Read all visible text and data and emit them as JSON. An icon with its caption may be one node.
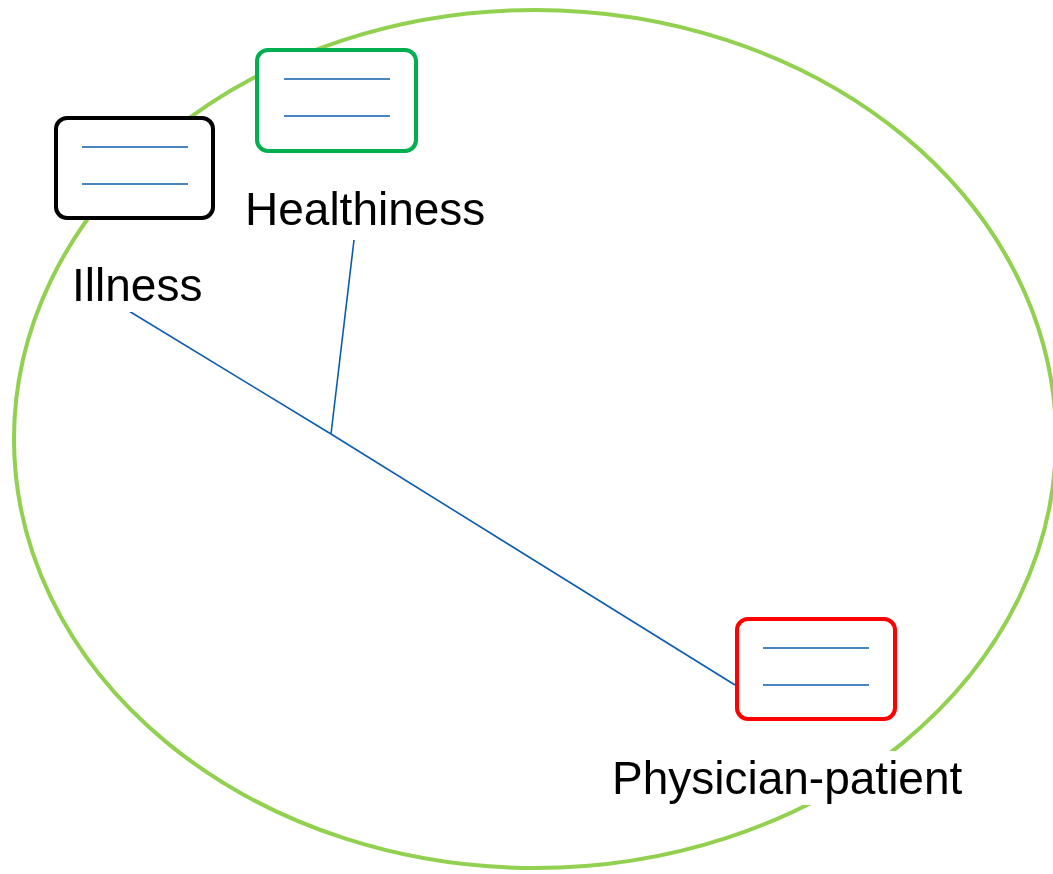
{
  "diagram": {
    "nodes": [
      {
        "text": [],
        "shape": "ellipse"
      },
      {
        "text": [
          "Illness"
        ],
        "in": 0
      },
      {
        "text": [
          "Healthiness"
        ],
        "in": 0
      },
      {
        "text": [
          "Physician-patient"
        ],
        "in": 0
      }
    ],
    "edges": [
      {
        "from": 1,
        "to": 3,
        "arrow": "none"
      },
      {
        "from": 2,
        "to": 1,
        "arrow": "none"
      },
      {
        "from": 2,
        "to": 3,
        "arrow": "none"
      }
    ]
  }
}
